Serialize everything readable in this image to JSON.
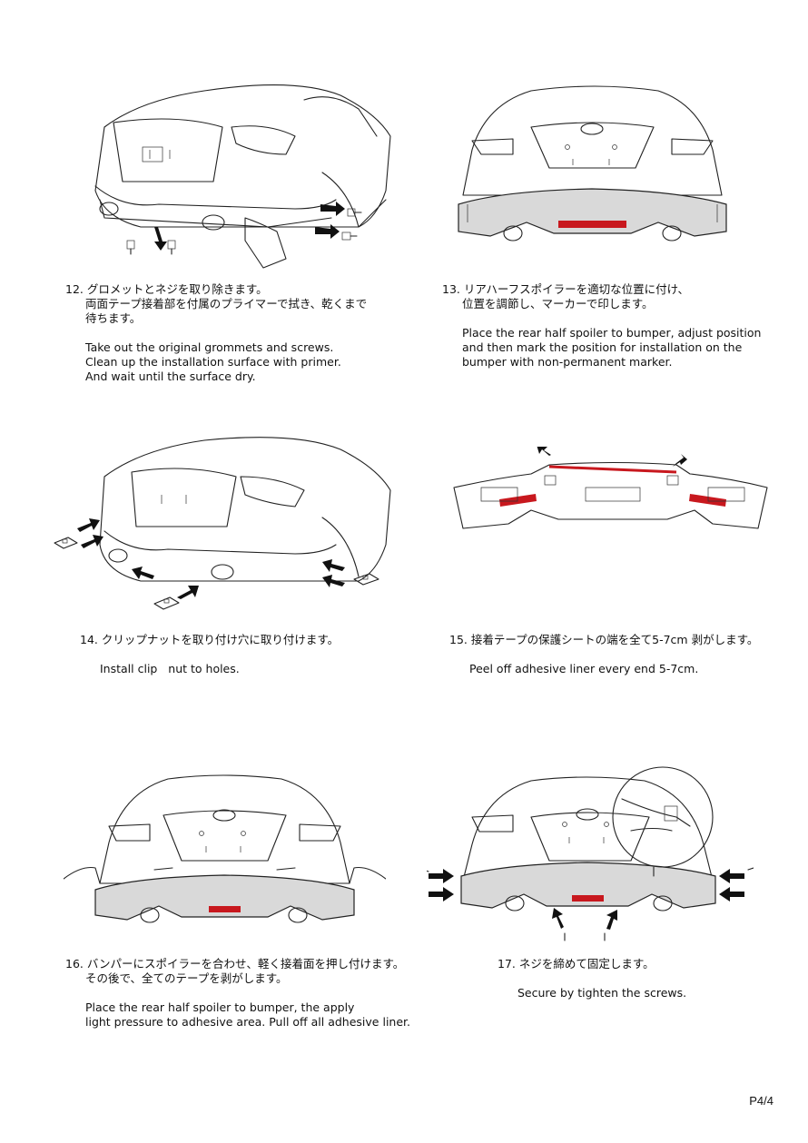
{
  "steps": [
    {
      "number": "12.",
      "jp": [
        "グロメットとネジを取り除きます。",
        "両面テープ接着部を付属のプライマーで拭き、乾くまで",
        "待ちます。"
      ],
      "en": [
        "Take out the original grommets and screws.",
        "Clean up the installation surface with primer.",
        "And wait until the surface dry."
      ]
    },
    {
      "number": "13.",
      "jp": [
        "リアハーフスポイラーを適切な位置に付け、",
        "位置を調節し、マーカーで印します。"
      ],
      "en": [
        "Place the rear half spoiler to bumper, adjust position",
        "and then mark the position for installation on the",
        "bumper with non-permanent marker."
      ]
    },
    {
      "number": "14.",
      "jp": [
        "クリップナットを取り付け穴に取り付けます。"
      ],
      "en": [
        "Install clip   nut to holes."
      ]
    },
    {
      "number": "15.",
      "jp": [
        "接着テープの保護シートの端を全て5-7cm 剥がします。"
      ],
      "en": [
        "Peel off adhesive liner every end 5-7cm."
      ]
    },
    {
      "number": "16.",
      "jp": [
        "バンパーにスポイラーを合わせ、軽く接着面を押し付けます。",
        "その後で、全てのテープを剥がします。"
      ],
      "en": [
        "Place the rear half spoiler to bumper, the apply",
        "light pressure to adhesive area. Pull off all adhesive liner."
      ]
    },
    {
      "number": "17.",
      "jp": [
        "ネジを締めて固定します。"
      ],
      "en": [
        "Secure by tighten the screws."
      ]
    }
  ],
  "page_number": "P4/4",
  "colors": {
    "accent_red": "#c8181e",
    "spoiler_gray": "#d9d9d9",
    "line": "#222222"
  },
  "icons": [
    "arrow-icon",
    "screw-icon",
    "grommet-icon",
    "clip-nut-icon",
    "hand-icon"
  ]
}
